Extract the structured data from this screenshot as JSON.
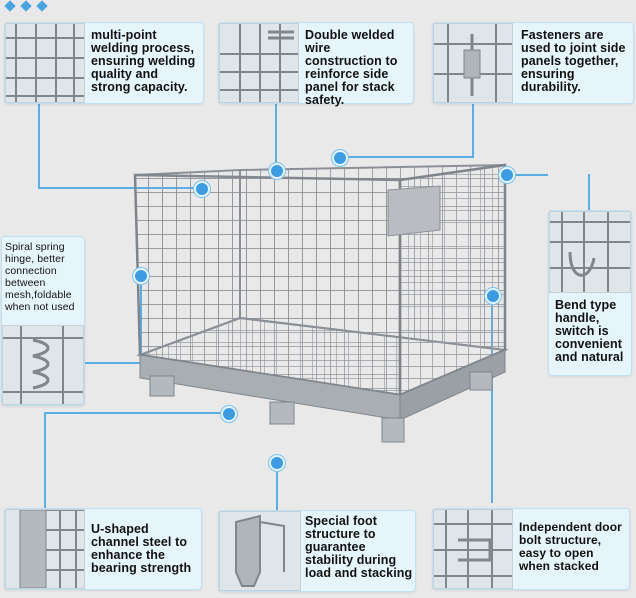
{
  "features": {
    "welding": {
      "text": "multi-point welding process, ensuring welding quality and strong capacity.",
      "icon": "welded-mesh-icon"
    },
    "double_welded": {
      "text": "Double welded wire construction to reinforce side panel for stack safety.",
      "icon": "double-wire-icon"
    },
    "fasteners": {
      "text": "Fasteners are used to joint side panels together, ensuring durability.",
      "icon": "fastener-icon"
    },
    "spiral_hinge": {
      "text": "Spiral spring hinge, better connection between mesh,foldable when not used",
      "icon": "spiral-hinge-icon"
    },
    "bend_handle": {
      "text": "Bend type handle, switch is convenient and natural",
      "icon": "bend-handle-icon"
    },
    "u_channel": {
      "text": "U-shaped channel steel to enhance the bearing strength",
      "icon": "u-channel-icon"
    },
    "special_foot": {
      "text": "Special foot structure to guarantee stability during load and stacking",
      "icon": "foot-icon"
    },
    "door_bolt": {
      "text": "Independent door bolt structure, easy to open when stacked",
      "icon": "door-bolt-icon"
    }
  },
  "colors": {
    "accent": "#3d9be2",
    "card": "#e6f4fb",
    "background": "#e9e9ea"
  }
}
